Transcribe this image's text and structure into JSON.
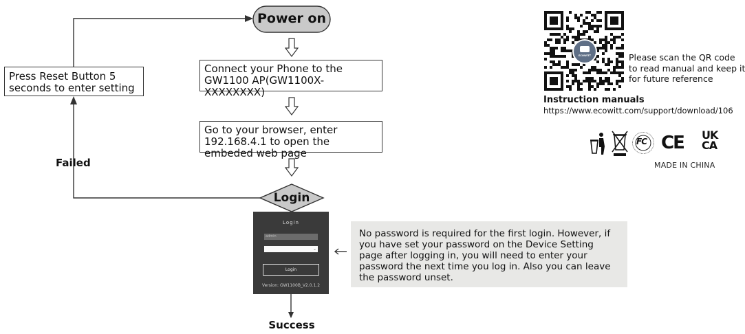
{
  "flow": {
    "power_on": "Power on",
    "step_connect": "Connect your Phone to the GW1100 AP(GW1100X-XXXXXXXX)",
    "step_browser": "Go to your browser, enter 192.168.4.1 to open the embeded web page",
    "login": "Login",
    "reset": "Press Reset Button 5 seconds to enter setting",
    "failed": "Failed",
    "success": "Success"
  },
  "login_panel": {
    "title": "Login",
    "field_value": "admin",
    "login_button": "Login",
    "version": "Version: GW1100B_V2.0.1.2"
  },
  "note": {
    "text": "No password is required for the first login. However, if you have set your password on the Device Setting page after logging in, you will need to enter your password the next time you log in. Also you can leave the password unset."
  },
  "qr": {
    "logo_text": "ECOWITT",
    "scan_text": "Please scan the QR code to read manual and keep it for future reference"
  },
  "manuals": {
    "heading": "Instruction manuals",
    "url": "https://www.ecowitt.com/support/download/106"
  },
  "certs": {
    "fc": "FC",
    "ce": "CE",
    "uk": "UK",
    "ca": "CA",
    "made_in": "MADE IN CHINA"
  },
  "icons": [
    "arrow-right-icon",
    "arrow-down-icon",
    "arrow-up-icon",
    "recycle-icon",
    "weee-bin-icon",
    "fc-icon",
    "ce-icon",
    "ukca-icon",
    "rohs-seal-icon"
  ]
}
